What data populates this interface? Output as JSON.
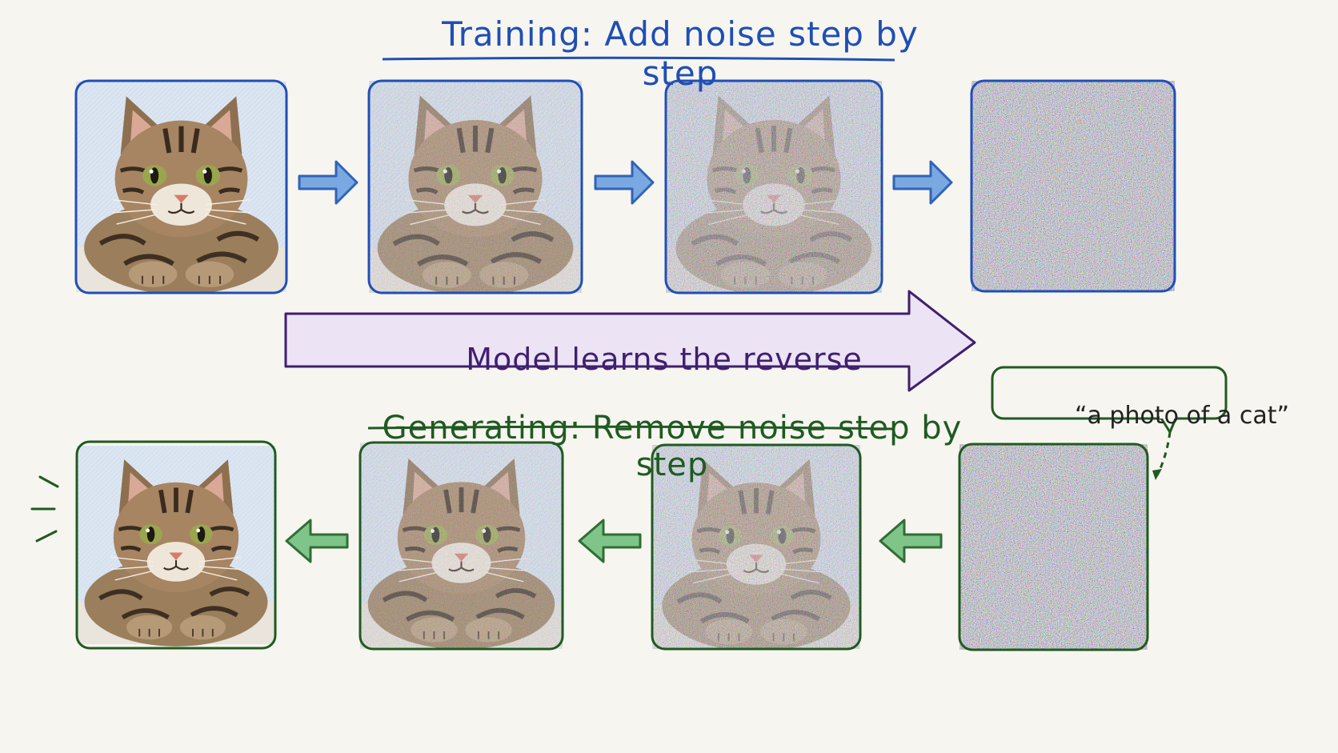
{
  "training": {
    "title": "Training: Add noise step by step",
    "frames": [
      {
        "noise_level": 0.0
      },
      {
        "noise_level": 0.25
      },
      {
        "noise_level": 0.6
      },
      {
        "noise_level": 1.0
      }
    ]
  },
  "banner": {
    "label": "Model learns the reverse"
  },
  "generating": {
    "title": "Generating: Remove noise step by step",
    "frames": [
      {
        "noise_level": 1.0
      },
      {
        "noise_level": 0.5
      },
      {
        "noise_level": 0.2
      },
      {
        "noise_level": 0.0
      }
    ]
  },
  "prompt": {
    "text": "“a photo of a cat”"
  },
  "colors": {
    "training": "#1f4fb5",
    "training_arrow": "#5a8fd6",
    "generating": "#1f5a22",
    "generating_arrow": "#4a9a52",
    "banner_fill": "#ece3f4",
    "banner_stroke": "#3f1f6e",
    "background": "#f7f5ef"
  }
}
